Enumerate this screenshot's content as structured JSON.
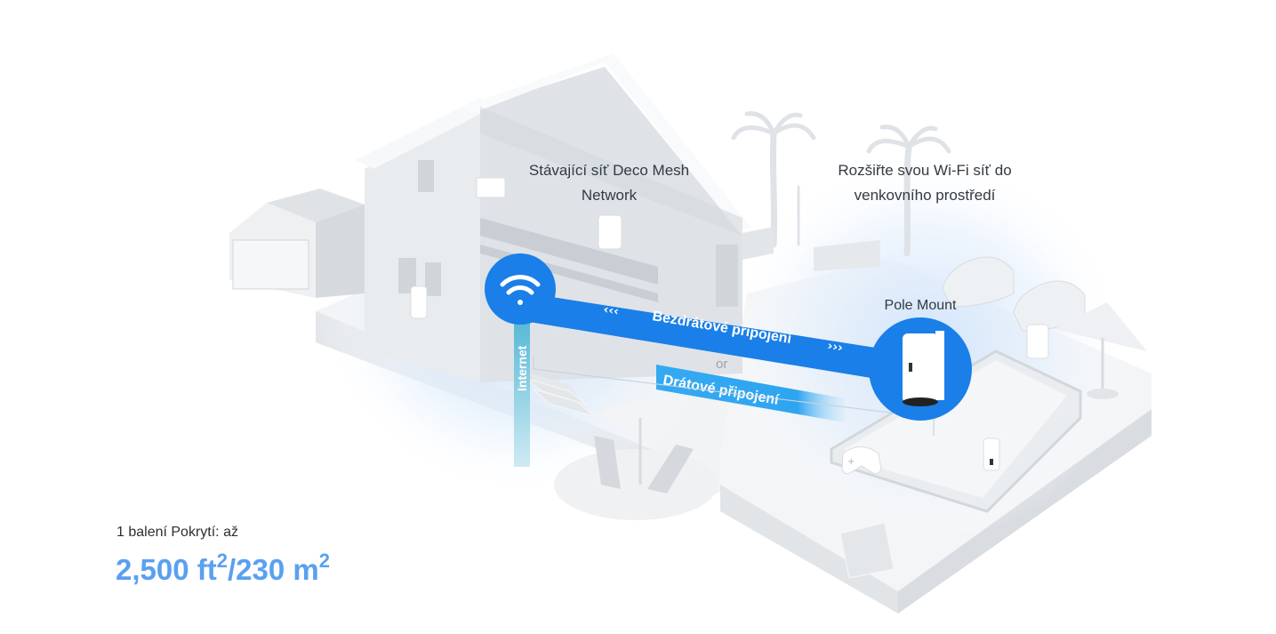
{
  "labels": {
    "existing_network": "Stávající síť Deco Mesh Network",
    "extend_outdoor": "Rozšiřte svou Wi-Fi síť do venkovního prostředí",
    "pole_mount": "Pole Mount",
    "internet": "Internet",
    "wireless_connection": "Bezdrátové připojení",
    "or": "or",
    "wired_connection": "Drátové připojení"
  },
  "coverage": {
    "caption": "1 balení Pokrytí: až",
    "ft_value": "2,500 ft",
    "ft_exp": "2",
    "separator": "/",
    "m_value": "230 m",
    "m_exp": "2"
  },
  "colors": {
    "accent_blue": "#1a7fe8",
    "coverage_blue": "#5aa0f0",
    "wired_cyan": "#29a9f0",
    "text_dark": "#333a40"
  },
  "icons": [
    "wifi-icon",
    "gamepad-icon",
    "phone-icon",
    "pole-mount-device-icon",
    "arrows-left-icon",
    "arrows-right-icon"
  ]
}
